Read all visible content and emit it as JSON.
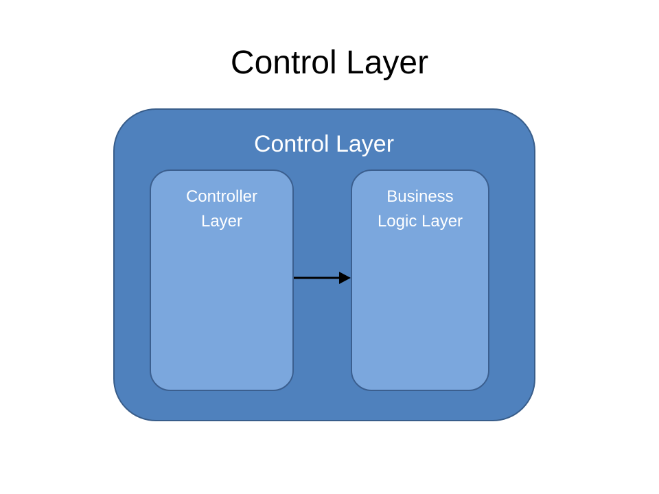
{
  "slide": {
    "title": "Control Layer"
  },
  "diagram": {
    "outer_box": {
      "label": "Control Layer",
      "fill_color": "#4f81bd",
      "border_color": "#385d8a"
    },
    "inner_boxes": [
      {
        "label_line1": "Controller",
        "label_line2": "Layer",
        "fill_color": "#7ba7dd"
      },
      {
        "label_line1": "Business",
        "label_line2": "Logic Layer",
        "fill_color": "#7ba7dd"
      }
    ],
    "connector": {
      "from": "Controller Layer",
      "to": "Business Logic Layer",
      "style": "arrow",
      "color": "#000000"
    }
  }
}
